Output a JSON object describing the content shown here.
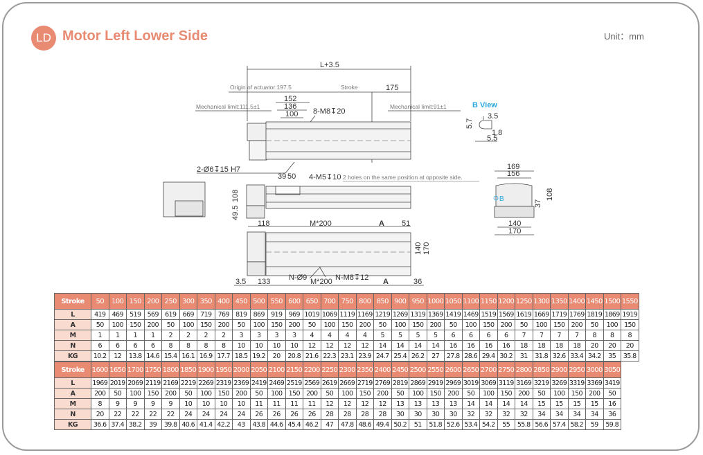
{
  "header": {
    "badge": "LD",
    "title": "Motor Left Lower Side",
    "unit": "Unit：mm",
    "accent_color": "#e98a72"
  },
  "drawing": {
    "top_view": {
      "overall": "L+3.5",
      "origin": "Origin of actuator:197.5",
      "stroke": "Stroke",
      "end_dim": "175",
      "mech_limit_left": "Mechanical limit:111.5±1",
      "mech_limit_right": "Mechanical limit:91±1",
      "d152": "152",
      "d136": "136",
      "d100": "100",
      "holes": "8-M8↧20",
      "pins": "2-Ø6↧15 H7"
    },
    "b_view": {
      "label": "B View",
      "d35": "3.5",
      "d57": "5.7",
      "d18": "1.8",
      "d55": "5.5"
    },
    "side_view": {
      "d39": "39",
      "d50": "50",
      "holes": "4-M5↧10",
      "holes_note": "2 holes on the same position at opposite side.",
      "d108": "108",
      "d495": "49.5"
    },
    "end_view": {
      "d169": "169",
      "d156": "156",
      "d108": "108",
      "d37": "37",
      "d140": "140",
      "d170": "170",
      "b_marker": "B"
    },
    "bottom_view": {
      "d118": "118",
      "m200_top": "M*200",
      "a_top": "A",
      "d51": "51",
      "d140": "140",
      "d170": "170",
      "d35": "3.5",
      "d133": "133",
      "n_holes": "N-Ø9",
      "m200_bottom": "M*200",
      "n_m8": "N-M8↧12",
      "a_bottom": "A",
      "d36": "36"
    }
  },
  "table1": {
    "row_labels": [
      "Stroke",
      "L",
      "A",
      "M",
      "N",
      "KG"
    ],
    "stroke": [
      "50",
      "100",
      "150",
      "200",
      "250",
      "300",
      "350",
      "400",
      "450",
      "500",
      "550",
      "600",
      "650",
      "700",
      "750",
      "800",
      "850",
      "900",
      "950",
      "1000",
      "1050",
      "1100",
      "1150",
      "1200",
      "1250",
      "1300",
      "1350",
      "1400",
      "1450",
      "1500",
      "1550"
    ],
    "L": [
      "419",
      "469",
      "519",
      "569",
      "619",
      "669",
      "719",
      "769",
      "819",
      "869",
      "919",
      "969",
      "1019",
      "1069",
      "1119",
      "1169",
      "1219",
      "1269",
      "1319",
      "1369",
      "1419",
      "1469",
      "1519",
      "1569",
      "1619",
      "1669",
      "1719",
      "1769",
      "1819",
      "1869",
      "1919"
    ],
    "A": [
      "50",
      "100",
      "150",
      "200",
      "50",
      "100",
      "150",
      "200",
      "50",
      "100",
      "150",
      "200",
      "50",
      "100",
      "150",
      "200",
      "50",
      "100",
      "150",
      "200",
      "50",
      "100",
      "150",
      "200",
      "50",
      "100",
      "150",
      "200",
      "50",
      "100",
      "150"
    ],
    "M": [
      "1",
      "1",
      "1",
      "1",
      "2",
      "2",
      "2",
      "2",
      "3",
      "3",
      "3",
      "3",
      "4",
      "4",
      "4",
      "4",
      "5",
      "5",
      "5",
      "5",
      "6",
      "6",
      "6",
      "6",
      "7",
      "7",
      "7",
      "7",
      "8",
      "8",
      "8"
    ],
    "N": [
      "6",
      "6",
      "6",
      "6",
      "8",
      "8",
      "8",
      "8",
      "10",
      "10",
      "10",
      "10",
      "12",
      "12",
      "12",
      "12",
      "14",
      "14",
      "14",
      "14",
      "16",
      "16",
      "16",
      "16",
      "18",
      "18",
      "18",
      "18",
      "20",
      "20",
      "20"
    ],
    "KG": [
      "10.2",
      "12",
      "13.8",
      "14.6",
      "15.4",
      "16.1",
      "16.9",
      "17.7",
      "18.5",
      "19.2",
      "20",
      "20.8",
      "21.6",
      "22.3",
      "23.1",
      "23.9",
      "24.7",
      "25.4",
      "26.2",
      "27",
      "27.8",
      "28.6",
      "29.4",
      "30.2",
      "31",
      "31.8",
      "32.6",
      "33.4",
      "34.2",
      "35",
      "35.8"
    ]
  },
  "table2": {
    "row_labels": [
      "Stroke",
      "L",
      "A",
      "M",
      "N",
      "KG"
    ],
    "stroke": [
      "1600",
      "1650",
      "1700",
      "1750",
      "1800",
      "1850",
      "1900",
      "1950",
      "2000",
      "2050",
      "2100",
      "2150",
      "2200",
      "2250",
      "2300",
      "2350",
      "2400",
      "2450",
      "2500",
      "2550",
      "2600",
      "2650",
      "2700",
      "2750",
      "2800",
      "2850",
      "2900",
      "2950",
      "3000",
      "3050"
    ],
    "L": [
      "1969",
      "2019",
      "2069",
      "2119",
      "2169",
      "2219",
      "2269",
      "2319",
      "2369",
      "2419",
      "2469",
      "2519",
      "2569",
      "2619",
      "2669",
      "2719",
      "2769",
      "2819",
      "2869",
      "2919",
      "2969",
      "3019",
      "3069",
      "3119",
      "3169",
      "3219",
      "3269",
      "3319",
      "3369",
      "3419"
    ],
    "A": [
      "200",
      "50",
      "100",
      "150",
      "200",
      "50",
      "100",
      "150",
      "200",
      "50",
      "100",
      "150",
      "200",
      "50",
      "100",
      "150",
      "200",
      "50",
      "100",
      "150",
      "200",
      "50",
      "100",
      "150",
      "200",
      "50",
      "100",
      "150",
      "200",
      "50"
    ],
    "M": [
      "8",
      "9",
      "9",
      "9",
      "9",
      "10",
      "10",
      "10",
      "10",
      "11",
      "11",
      "11",
      "11",
      "12",
      "12",
      "12",
      "12",
      "13",
      "13",
      "13",
      "13",
      "14",
      "14",
      "14",
      "14",
      "15",
      "15",
      "15",
      "15",
      "16"
    ],
    "N": [
      "20",
      "22",
      "22",
      "22",
      "22",
      "24",
      "24",
      "24",
      "24",
      "26",
      "26",
      "26",
      "26",
      "28",
      "28",
      "28",
      "28",
      "30",
      "30",
      "30",
      "30",
      "32",
      "32",
      "32",
      "32",
      "34",
      "34",
      "34",
      "34",
      "36"
    ],
    "KG": [
      "36.6",
      "37.4",
      "38.2",
      "39",
      "39.8",
      "40.6",
      "41.4",
      "42.2",
      "43",
      "43.8",
      "44.6",
      "45.4",
      "46.2",
      "47",
      "47.8",
      "48.6",
      "49.4",
      "50.2",
      "51",
      "51.8",
      "52.6",
      "53.4",
      "54.2",
      "55",
      "55.8",
      "56.6",
      "57.4",
      "58.2",
      "59",
      "59.8"
    ]
  }
}
